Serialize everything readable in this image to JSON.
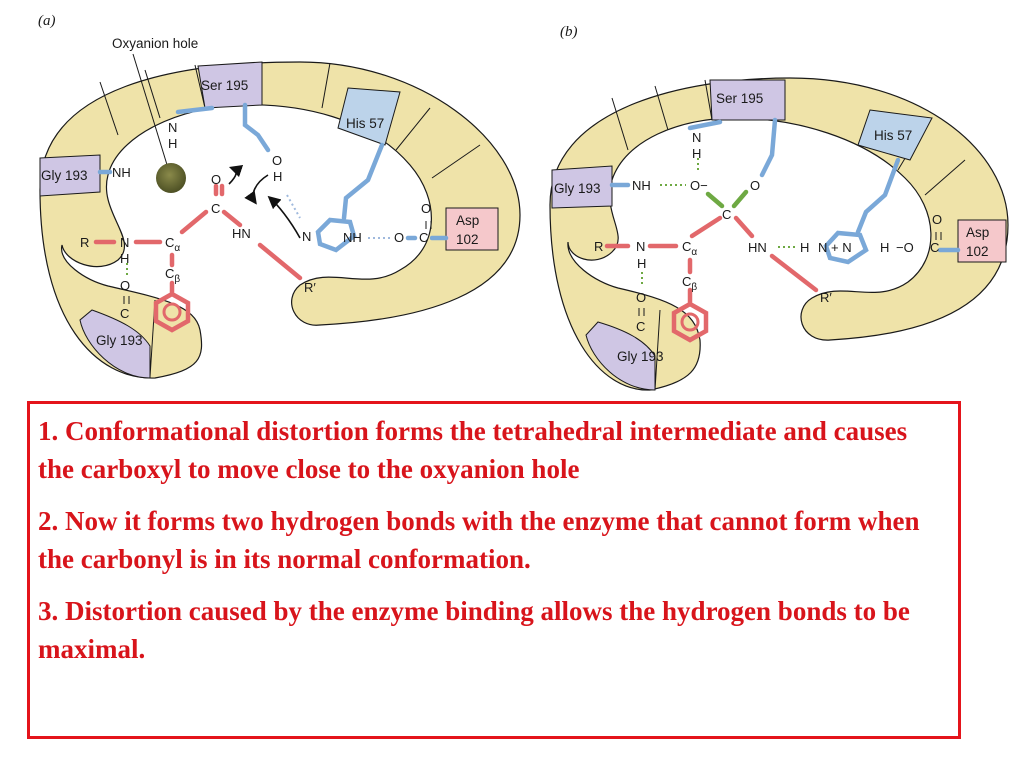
{
  "panels": {
    "a": {
      "label": "(a)",
      "callout": "Oxyanion hole",
      "residues": {
        "ser": "Ser 195",
        "his": "His 57",
        "gly_top": "Gly 193",
        "gly_bottom": "Gly 193",
        "asp_1": "Asp",
        "asp_2": "102"
      },
      "atoms": {
        "n_ser": "N",
        "h_ser": "H",
        "nh_gly": "NH",
        "o_carbonyl": "O",
        "c_carbonyl": "C",
        "o_ser": "O",
        "h_ser_oh": "H",
        "hn": "HN",
        "n_his": "N",
        "nh_his": "NH",
        "o_asp_top": "O",
        "o_asp": "O",
        "c_asp": "C",
        "r": "R",
        "n_chain": "N",
        "h_chain": "H",
        "o_chain": "O",
        "c_chain": "C",
        "c_alpha": "C",
        "alpha": "α",
        "c_beta": "C",
        "beta": "β",
        "r_prime": "R′"
      }
    },
    "b": {
      "label": "(b)",
      "residues": {
        "ser": "Ser 195",
        "his": "His 57",
        "gly_top": "Gly 193",
        "gly_bottom": "Gly 193",
        "asp_1": "Asp",
        "asp_2": "102"
      },
      "atoms": {
        "n_ser": "N",
        "h_ser": "H",
        "nh_gly": "NH",
        "o_minus": "O−",
        "o_right": "O",
        "c_center": "C",
        "hn": "HN",
        "h_bridge": "H",
        "n_plus": "N + N",
        "h_his": "H",
        "o_minus_asp": "−O",
        "c_asp": "C",
        "o_asp_top": "O",
        "r": "R",
        "n_chain": "N",
        "h_chain": "H",
        "o_chain": "O",
        "c_chain": "C",
        "c_alpha": "C",
        "alpha": "α",
        "c_beta": "C",
        "beta": "β",
        "r_prime": "R′"
      }
    }
  },
  "colors": {
    "body": "#efe3a9",
    "blue_segment": "#bcd3ea",
    "purple_segment": "#cfc6e4",
    "pink_segment": "#f5c8cb",
    "blue_bond": "#7aa8d8",
    "red_bond": "#e2686b",
    "green_bond": "#6ea943",
    "note_text": "#d8141b",
    "note_border": "#e4141b"
  },
  "notes": [
    "1. Conformational distortion forms the tetrahedral intermediate and causes the carboxyl to move close to the oxyanion hole",
    "2. Now it forms two hydrogen bonds with the enzyme that cannot form when the carbonyl is in its normal conformation.",
    "3. Distortion caused by the enzyme binding allows the hydrogen bonds to be maximal."
  ]
}
